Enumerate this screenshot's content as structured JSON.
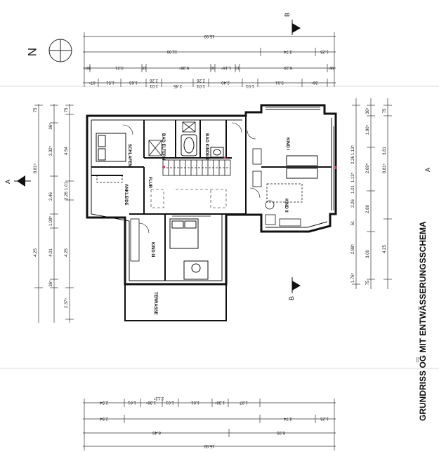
{
  "title": "GRUNDRISS OG MIT ENTWÄSSERUNGSSCHEMA",
  "north": "N",
  "sections": {
    "a": "A",
    "b": "B"
  },
  "rooms": {
    "schlafen": "SCHLAFEN",
    "bad_eltern": "BAD ELTERN",
    "bad_kinder": "BAD KINDER",
    "kind1": "KIND I",
    "kind2": "KIND II",
    "kind3": "KIND III",
    "flur": "FLUR",
    "ankleide": "ANKLEIDE",
    "terrasse": "TERRASSE"
  },
  "dims": {
    "top_total": "15.99",
    "top_row2": [
      "11.00",
      "3.74",
      "1.25"
    ],
    "top_row3": [
      "36⁵",
      "3.21",
      "10",
      "5.36⁵",
      "10",
      "1.16⁵",
      "10",
      "5.20",
      "36⁵"
    ],
    "top_row4": [
      "87⁵",
      "1.51",
      "1.63",
      "1.01",
      "2.45",
      "1.01",
      "2.40",
      "1.01",
      "3.01",
      "36⁵"
    ],
    "top_row4_sub": [
      "2.26",
      "2.26"
    ],
    "left_total": "8.81⁵",
    "left_row2": [
      "75",
      "4.54",
      "4.25"
    ],
    "left_row3": [
      "36⁵",
      "3.32⁵",
      "2.46",
      "1.08⁵",
      "4.01",
      "36⁵"
    ],
    "left_row4": [
      "75",
      "1.01",
      "2.26",
      "2.37⁵"
    ],
    "right_total": "8.81⁵",
    "right_row2": [
      "75",
      "3.81",
      "4.25"
    ],
    "right_row3": [
      "36⁵",
      "1.80⁵",
      "2.69⁵",
      "2.89",
      "3.00",
      "75"
    ],
    "right_row4": [
      "1.13⁵",
      "2.26",
      "1.13⁵",
      "1.01",
      "2.26",
      "51",
      "2.88⁵",
      "1.76⁵"
    ],
    "bottom_total": "15.99",
    "bottom_row2": [
      "6.49",
      "6.99"
    ],
    "bottom_row3": [
      "2.54",
      "3.74",
      "1.25"
    ],
    "bottom_row4": [
      "2.54",
      "1.01",
      "1.38⁵",
      "1.01",
      "2.13⁵",
      "1.01",
      "1.38⁵",
      "1.87"
    ]
  }
}
